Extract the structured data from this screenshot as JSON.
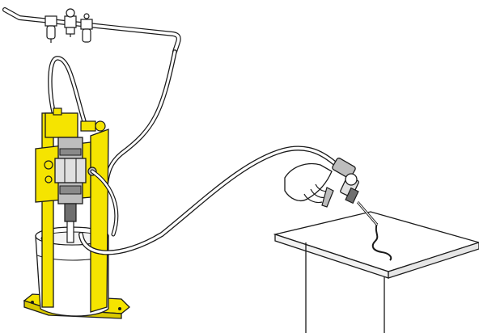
{
  "illustration": {
    "components": [
      "air-line",
      "filter-regulator-lubricator",
      "air-hose",
      "pump-unit",
      "drum-pail",
      "mounting-base",
      "fluid-hose",
      "hand-dispense-valve",
      "work-table",
      "dispensed-bead"
    ]
  },
  "colors": {
    "outline": "#1a1a1a",
    "equipment_yellow": "#f5e400",
    "metal_gray": "#bdbdbd",
    "metal_dark": "#6f6f6f",
    "hose_fill": "#ffffff",
    "table_top": "#ffffff"
  }
}
